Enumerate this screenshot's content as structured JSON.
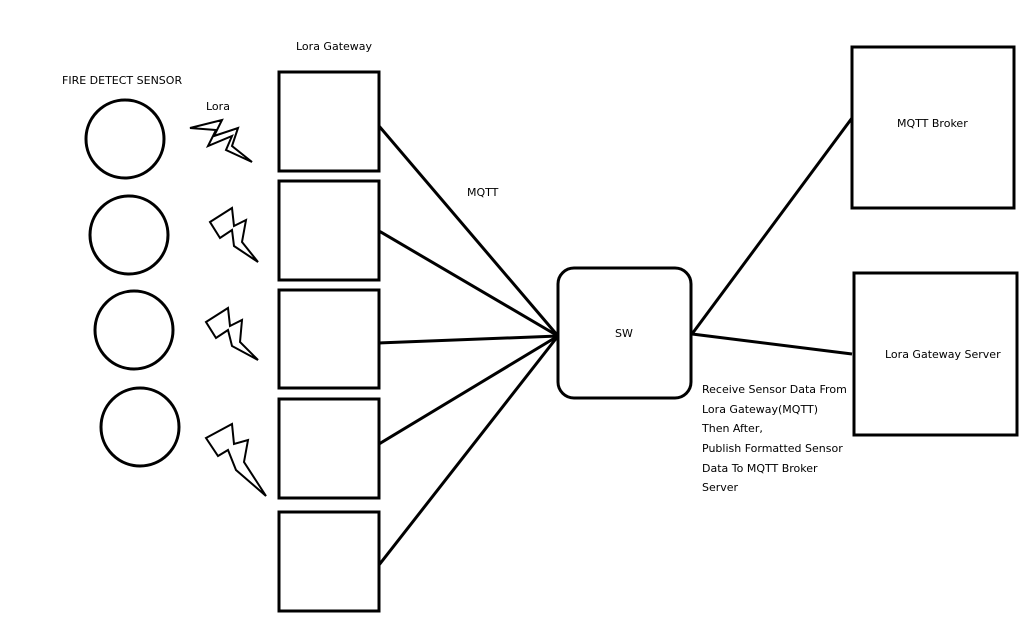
{
  "labels": {
    "sensor_group": "FIRE DETECT SENSOR",
    "radio": "Lora",
    "gateway_group": "Lora Gateway",
    "uplink": "MQTT",
    "switch": "SW",
    "broker": "MQTT Broker",
    "gateway_server": "Lora Gateway Server"
  },
  "description_lines": [
    "Receive Sensor Data From",
    "Lora Gateway(MQTT)",
    "Then After,",
    "Publish Formatted Sensor",
    "Data To MQTT Broker",
    "Server"
  ],
  "nodes": {
    "sensors": 4,
    "gateways": 5
  },
  "colors": {
    "stroke": "#000000",
    "background": "#ffffff"
  }
}
